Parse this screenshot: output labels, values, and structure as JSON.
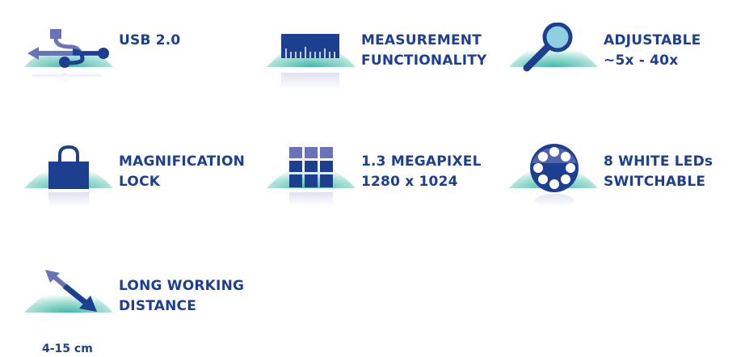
{
  "colors": {
    "text": "#1d3f8f",
    "icon_dark": "#1d3f8f",
    "icon_light": "#6b73b8",
    "mound": "#4fc0b0"
  },
  "features": [
    {
      "icon": "usb-icon",
      "lines": [
        "USB 2.0"
      ]
    },
    {
      "icon": "ruler-icon",
      "lines": [
        "MEASUREMENT",
        "FUNCTIONALITY"
      ]
    },
    {
      "icon": "magnifier-icon",
      "lines": [
        "ADJUSTABLE",
        "~5x - 40x"
      ]
    },
    {
      "icon": "lock-icon",
      "lines": [
        "MAGNIFICATION",
        "LOCK"
      ]
    },
    {
      "icon": "pixel-grid-icon",
      "lines": [
        "1.3 MEGAPIXEL",
        "1280 x 1024"
      ]
    },
    {
      "icon": "led-ring-icon",
      "lines": [
        "8 WHITE LEDs",
        "SWITCHABLE"
      ]
    },
    {
      "icon": "distance-arrow-icon",
      "lines": [
        "LONG WORKING",
        "DISTANCE"
      ],
      "sub": "4-15 cm"
    }
  ]
}
